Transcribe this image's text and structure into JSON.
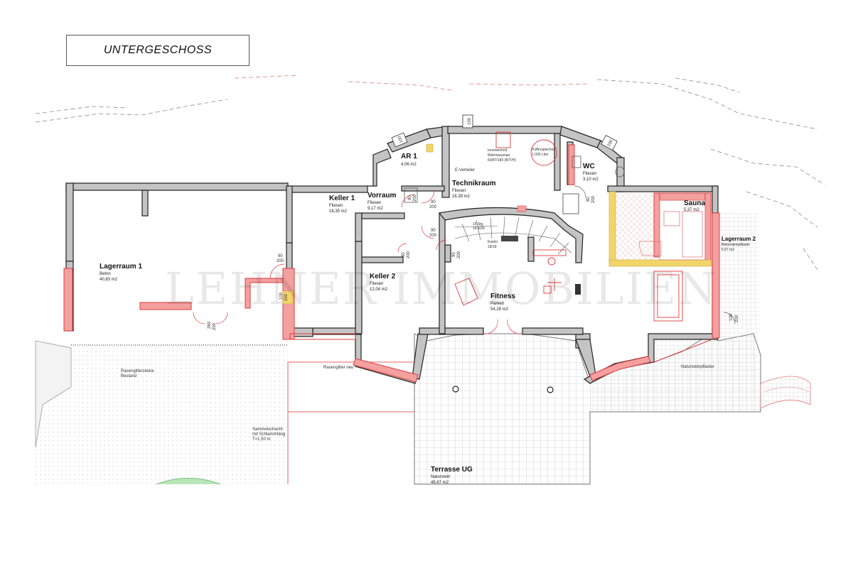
{
  "title": "UNTERGESCHOSS",
  "watermark": "LEHNER IMMOBILIEN",
  "rooms": {
    "lager1": {
      "name": "Lagerraum 1",
      "material": "Beton",
      "area": "40,83 m2"
    },
    "keller1": {
      "name": "Keller 1",
      "material": "Fliesen",
      "area": "16,35 m2"
    },
    "vorraum": {
      "name": "Vorraum",
      "material": "Fliesen",
      "area": "9,17 m2"
    },
    "ar1": {
      "name": "AR 1",
      "material": "",
      "area": "4,06 m2"
    },
    "technik": {
      "name": "Technikraum",
      "material": "Fliesen",
      "area": "16,39 m2"
    },
    "wc": {
      "name": "WC",
      "material": "Fliesen",
      "area": "3,10 m2"
    },
    "sauna": {
      "name": "Sauna",
      "material": "",
      "area": "5,37 m2"
    },
    "lager2": {
      "name": "Lagerraum 2",
      "material": "Betonsteinpflaster",
      "area": "5,07 m2"
    },
    "keller2": {
      "name": "Keller 2",
      "material": "Fliesen",
      "area": "12,04 m2"
    },
    "fitness": {
      "name": "Fitness",
      "material": "Parkett",
      "area": "54,28 m2"
    },
    "terrasse": {
      "name": "Terrasse UG",
      "material": "Naturstein",
      "area": "48,67 m2"
    }
  },
  "labels": {
    "rasengitter_bestand_1": "Rasengittersteine",
    "rasengitter_bestand_2": "Bestand",
    "rasengitter_neu": "Rasengitter neu",
    "natursteinpflaster": "Natursteinpflaster",
    "sammelschacht_1": "Sammelschacht",
    "sammelschacht_2": "mit Schlammfang",
    "sammelschacht_3": "T=1,50 m",
    "e_verteiler": "E-Verteiler",
    "innenheit_1": "Inneneinheit",
    "innenheit_2": "Wärmepumpe",
    "innenheit_3": "60/87/180 (B/T/H)",
    "puffer_1": "Pufferspeicher",
    "puffer_2": "1.000 Liter",
    "kamin_1": "Kamin",
    "kamin_2": "18/18",
    "stair_1": "15 Stg.",
    "stair_2": "18,4/28"
  },
  "doors": {
    "d1_w": "90",
    "d1_h": "200",
    "d2_w": "90",
    "d2_h": "200",
    "d3_w": "90",
    "d3_h": "200",
    "d4_w": "80",
    "d4_h": "200",
    "d5_w": "80",
    "d5_h": "200",
    "d6_w": "90",
    "d6_h": "200",
    "d7_w": "100",
    "d7_h": "200",
    "d8_w": "80",
    "d8_h": "200",
    "d9_w": "260",
    "d9_h": "200"
  },
  "windows": {
    "w1": "100",
    "w2": "100",
    "w3": "100"
  },
  "colors": {
    "wall_fill": "#c4c4c4",
    "new_wall": "#e23b3b",
    "yellow": "#f2d56a",
    "paving": "#bcbcbc"
  }
}
